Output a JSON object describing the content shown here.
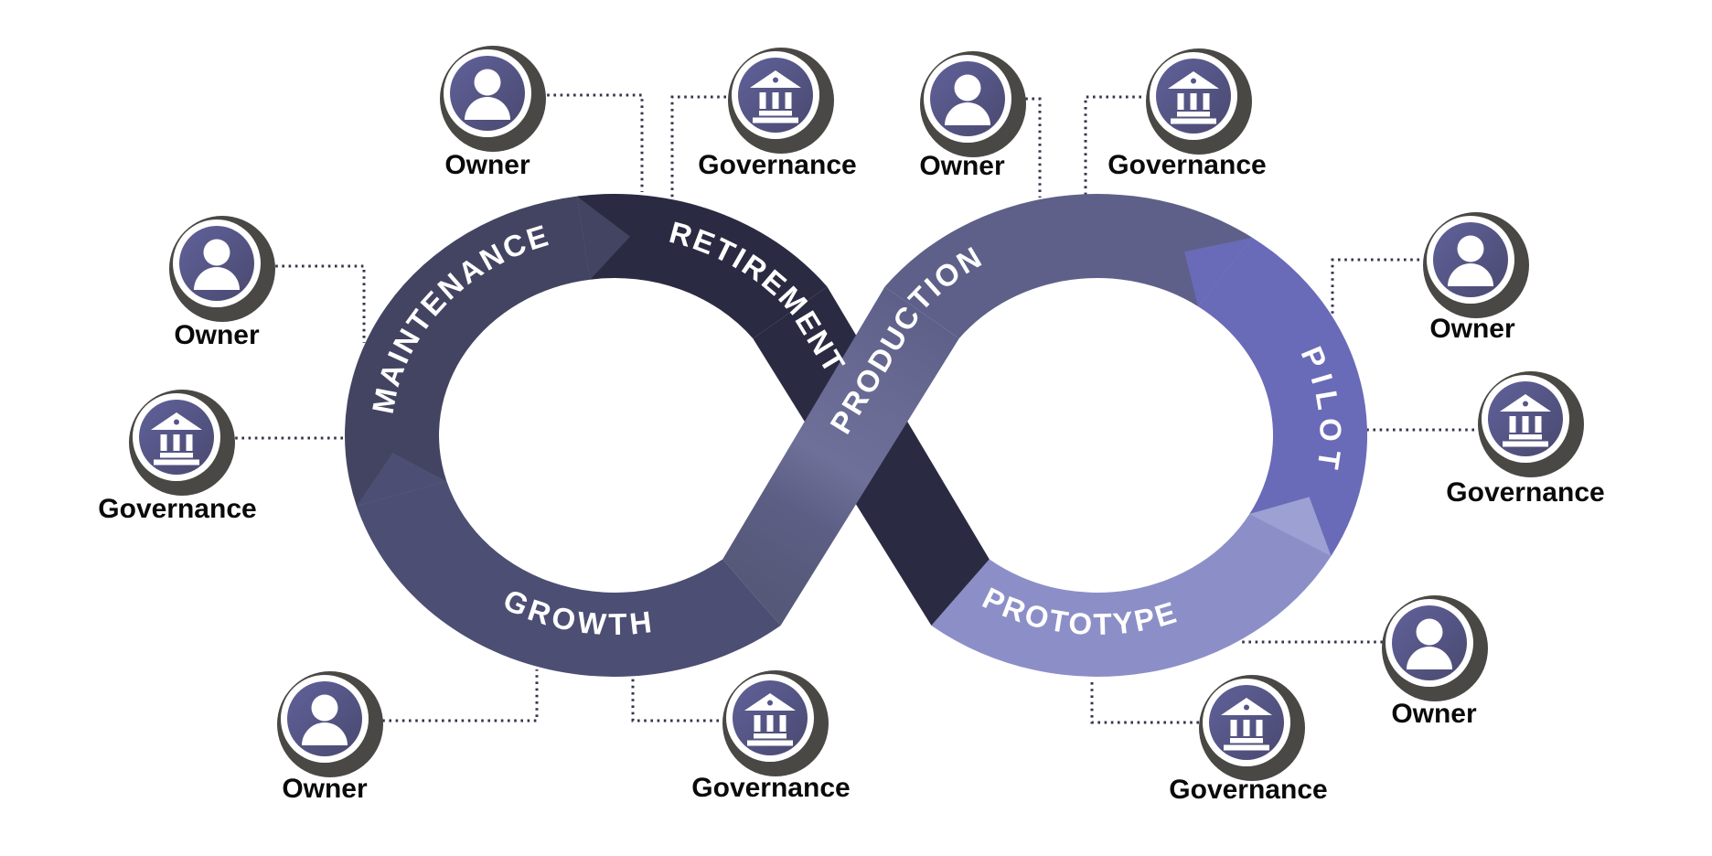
{
  "stages": [
    {
      "id": "maintenance",
      "label": "MAINTENANCE",
      "color": "#434462"
    },
    {
      "id": "retirement",
      "label": "RETIREMENT",
      "color": "#2A2B42"
    },
    {
      "id": "production",
      "label": "PRODUCTION",
      "color": "#5E6089"
    },
    {
      "id": "pilot",
      "label": "PILOT",
      "color": "#696BB8"
    },
    {
      "id": "prototype",
      "label": "PROTOTYPE",
      "color": "#8C8FC7"
    },
    {
      "id": "growth",
      "label": "GROWTH",
      "color": "#4C4E74"
    }
  ],
  "roles": {
    "owner": "Owner",
    "governance": "Governance"
  },
  "icons": [
    {
      "type": "owner",
      "label": "Owner"
    },
    {
      "type": "governance",
      "label": "Governance"
    },
    {
      "type": "owner",
      "label": "Owner"
    },
    {
      "type": "governance",
      "label": "Governance"
    },
    {
      "type": "owner",
      "label": "Owner"
    },
    {
      "type": "governance",
      "label": "Governance"
    },
    {
      "type": "owner",
      "label": "Owner"
    },
    {
      "type": "governance",
      "label": "Governance"
    },
    {
      "type": "governance",
      "label": "Governance"
    },
    {
      "type": "owner",
      "label": "Owner"
    },
    {
      "type": "owner",
      "label": "Owner"
    },
    {
      "type": "governance",
      "label": "Governance"
    }
  ],
  "colors": {
    "production_band_dark": "#565878",
    "production_band_mid": "#5C5E84",
    "production_band_light": "#6E7099",
    "production_band_upper": "#686A93",
    "prototype_arrow": "#9DA0D2",
    "connector": "#34344C",
    "badge_ring_gray": "#4A4845",
    "badge_ring_white": "#FFFFFF",
    "icon_inner_light": "#60619A",
    "icon_inner_dark": "#4A4970",
    "icon_dot": "#55568A",
    "stage_text": "#FFFFFF",
    "label_text": "#0A0A0A"
  }
}
